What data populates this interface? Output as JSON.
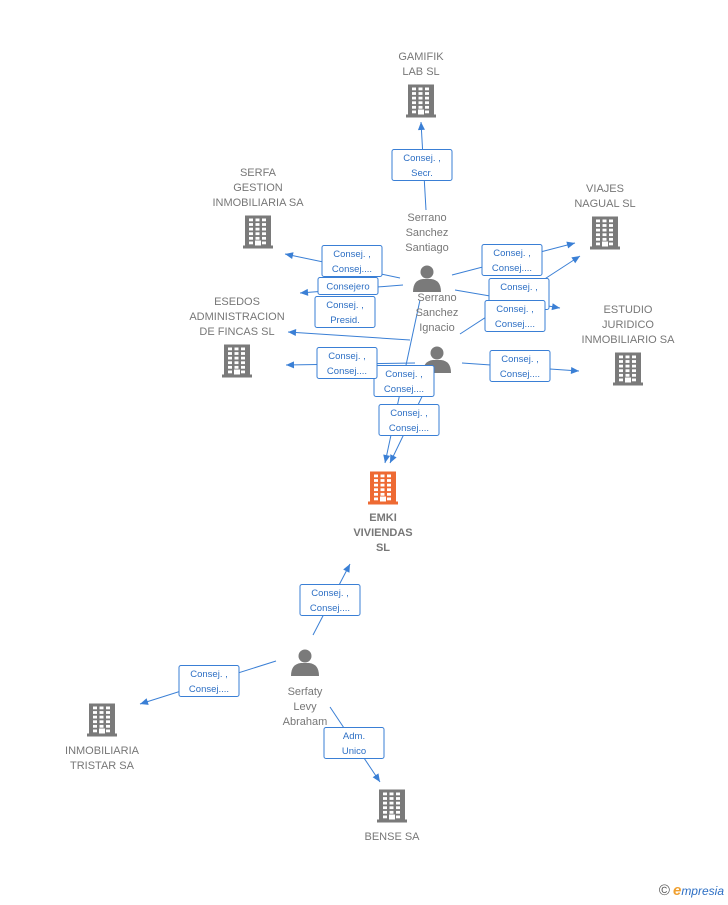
{
  "colors": {
    "company": "#7a7a7a",
    "main_company": "#ee6a33",
    "person": "#7a7a7a",
    "edge": "#3a7fd5",
    "edge_text": "#2d6fc4",
    "label": "#777777"
  },
  "nodes": [
    {
      "id": "gamifik",
      "type": "company",
      "icon": "building-icon",
      "label": [
        "GAMIFIK",
        "LAB  SL"
      ]
    },
    {
      "id": "serfa",
      "type": "company",
      "icon": "building-icon",
      "label": [
        "SERFA",
        "GESTION",
        "INMOBILIARIA SA"
      ]
    },
    {
      "id": "viajes",
      "type": "company",
      "icon": "building-icon",
      "label": [
        "VIAJES",
        "NAGUAL SL"
      ]
    },
    {
      "id": "esedos",
      "type": "company",
      "icon": "building-icon",
      "label": [
        "ESEDOS",
        "ADMINISTRACION",
        "DE FINCAS SL"
      ]
    },
    {
      "id": "estudio",
      "type": "company",
      "icon": "building-icon",
      "label": [
        "ESTUDIO",
        "JURIDICO",
        "INMOBILIARIO SA"
      ]
    },
    {
      "id": "emki",
      "type": "main",
      "icon": "building-icon",
      "label": [
        "EMKI",
        "VIVIENDAS",
        "SL"
      ]
    },
    {
      "id": "tristar",
      "type": "company",
      "icon": "building-icon",
      "label": [
        "INMOBILIARIA",
        "TRISTAR SA"
      ]
    },
    {
      "id": "bense",
      "type": "company",
      "icon": "building-icon",
      "label": [
        "BENSE SA"
      ]
    },
    {
      "id": "santiago",
      "type": "person",
      "icon": "person-icon",
      "label": [
        "Serrano",
        "Sanchez",
        "Santiago"
      ]
    },
    {
      "id": "ignacio",
      "type": "person",
      "icon": "person-icon",
      "label": [
        "Serrano",
        "Sanchez",
        "Ignacio"
      ]
    },
    {
      "id": "serfaty",
      "type": "person",
      "icon": "person-icon",
      "label": [
        "Serfaty",
        "Levy",
        "Abraham"
      ]
    }
  ],
  "edges": [
    {
      "from": "santiago",
      "to": "gamifik",
      "label": [
        "Consej. ,",
        "Secr."
      ]
    },
    {
      "from": "santiago",
      "to": "serfa",
      "label": [
        "Consej. ,",
        "Consej...."
      ]
    },
    {
      "from": "santiago",
      "to": "esedos",
      "label": [
        "Consejero"
      ]
    },
    {
      "from": "santiago",
      "to": "esedos",
      "label": [
        "Consej. ,",
        "Presid."
      ]
    },
    {
      "from": "santiago",
      "to": "viajes",
      "label": [
        "Consej. ,",
        "Consej...."
      ]
    },
    {
      "from": "santiago",
      "to": "estudio",
      "label": [
        "Consej. ,",
        ""
      ]
    },
    {
      "from": "santiago",
      "to": "emki",
      "label": [
        "Consej. ,",
        "Consej...."
      ]
    },
    {
      "from": "ignacio",
      "to": "viajes",
      "label": [
        "Consej. ,",
        "Consej...."
      ]
    },
    {
      "from": "ignacio",
      "to": "esedos",
      "label": [
        "Consej. ,",
        "Consej...."
      ]
    },
    {
      "from": "ignacio",
      "to": "estudio",
      "label": [
        "Consej. ,",
        "Consej...."
      ]
    },
    {
      "from": "ignacio",
      "to": "emki",
      "label": [
        "Consej. ,",
        "Consej...."
      ]
    },
    {
      "from": "serfaty",
      "to": "emki",
      "label": [
        "Consej. ,",
        "Consej...."
      ]
    },
    {
      "from": "serfaty",
      "to": "tristar",
      "label": [
        "Consej. ,",
        "Consej...."
      ]
    },
    {
      "from": "serfaty",
      "to": "bense",
      "label": [
        "Adm.",
        "Unico"
      ]
    }
  ],
  "footer": {
    "copyright": "©",
    "brand_initial": "e",
    "brand_rest": "mpresia"
  }
}
